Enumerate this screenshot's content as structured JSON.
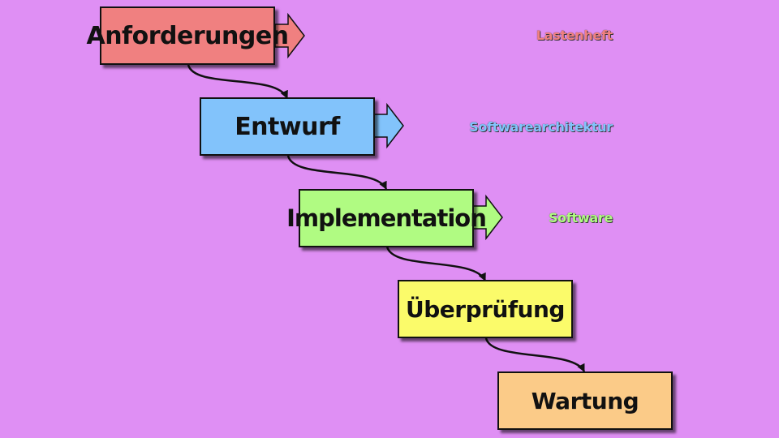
{
  "colors": {
    "background": "#df8ff4",
    "anforderungen": "#f08080",
    "entwurf": "#82c3fb",
    "implementation": "#b0fb82",
    "ueberpruefung": "#fbfb6a",
    "wartung": "#fbcb88"
  },
  "stages": [
    {
      "label": "Anforderungen",
      "color": "#f08080"
    },
    {
      "label": "Entwurf",
      "color": "#82c3fb"
    },
    {
      "label": "Implementation",
      "color": "#b0fb82"
    },
    {
      "label": "Überprüfung",
      "color": "#fbfb6a"
    },
    {
      "label": "Wartung",
      "color": "#fbcb88"
    }
  ],
  "deliverables": [
    {
      "label": "Lastenheft",
      "color": "#f08080"
    },
    {
      "label": "Softwarearchitektur",
      "color": "#82c3fb"
    },
    {
      "label": "Software",
      "color": "#b0fb82"
    }
  ]
}
